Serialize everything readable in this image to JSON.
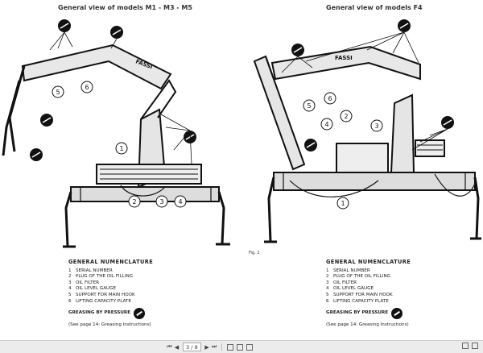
{
  "page": {
    "left_title": "General view of models M1 - M3 - M5",
    "right_title": "General view of models F4",
    "fig_label": "Fig. 2",
    "brand_label": "FASSI",
    "callouts_left": [
      "1",
      "2",
      "3",
      "4",
      "5",
      "6"
    ],
    "callouts_right": [
      "1",
      "2",
      "3",
      "4",
      "5",
      "6"
    ]
  },
  "legend": {
    "heading": "GENERAL NUMENCLATURE",
    "items": [
      {
        "num": "1",
        "label": "SERIAL NUMBER"
      },
      {
        "num": "2",
        "label": "PLUG OF THE OIL FILLING"
      },
      {
        "num": "3",
        "label": "OIL FILTER"
      },
      {
        "num": "4",
        "label": "OIL LEVEL GAUGE"
      },
      {
        "num": "5",
        "label": "SUPPORT FOR MAIN HOOK"
      },
      {
        "num": "6",
        "label": "LIFTING CAPACITY PLATE"
      }
    ],
    "greasing": "GREASING BY PRESSURE",
    "see": "(See page 14: Greasing Instructions)"
  },
  "viewer": {
    "page_current": "3",
    "page_total": "/ 9",
    "first_icon": "first-page-icon",
    "prev_icon": "previous-page-icon",
    "next_icon": "next-page-icon",
    "last_icon": "last-page-icon"
  }
}
